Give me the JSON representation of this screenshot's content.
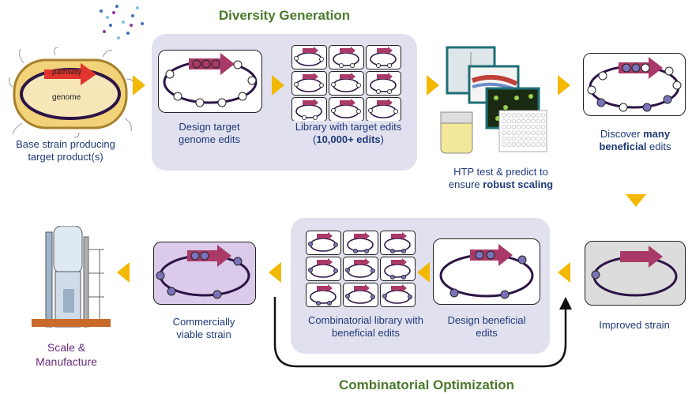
{
  "headings": {
    "diversity": "Diversity Generation",
    "combinatorial": "Combinatorial Optimization"
  },
  "base_strain": {
    "pathway": "pathway",
    "genome": "genome",
    "caption": "Base strain producing target product(s)"
  },
  "steps": {
    "design": "Design target genome edits",
    "library_line1": "Library with target edits",
    "library_line2": "10,000+ edits",
    "htp_line1": "HTP test & predict to",
    "htp_line2_pre": "ensure ",
    "htp_line2_bold": "robust scaling",
    "discover_pre": "Discover ",
    "discover_bold": "many beneficial",
    "discover_post": " edits",
    "improved": "Improved strain",
    "design_beneficial": "Design beneficial edits",
    "combi_library": "Combinatorial library with beneficial edits",
    "commercial": "Commercially viable strain",
    "scale": "Scale & Manufacture"
  },
  "colors": {
    "plasmid": "#2c1446",
    "pathway_arrow": "#a93a68",
    "open_edit": "#ffffff",
    "beneficial_edit": "#7b73b9",
    "panel": "#e1e0ef",
    "flow_arrow": "#f3b800",
    "label": "#1f3a78",
    "heading": "#4a7a2c",
    "scale_label": "#6a2c7a"
  }
}
